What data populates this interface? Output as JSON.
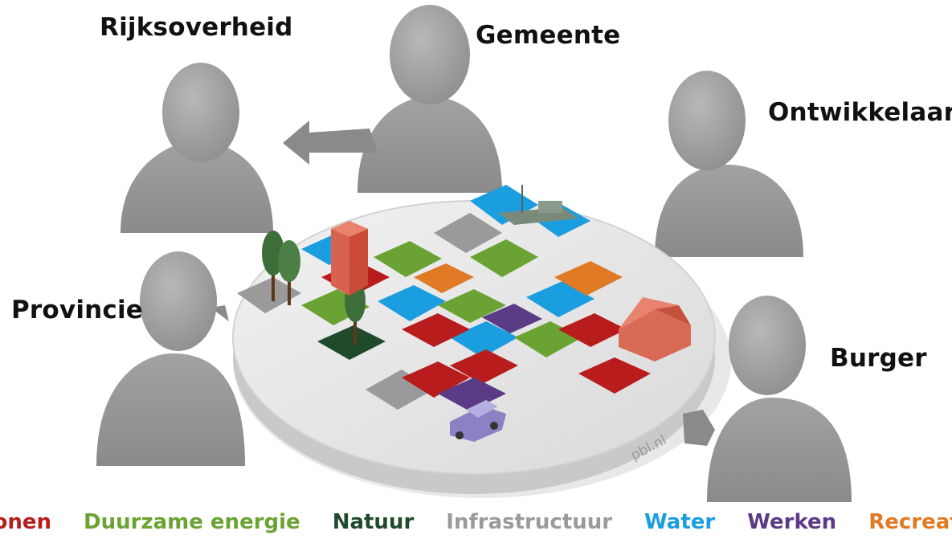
{
  "actors": {
    "rijksoverheid": "Rijksoverheid",
    "gemeente": "Gemeente",
    "ontwikkelaar": "Ontwikkelaar",
    "provincie": "Provincie",
    "burger": "Burger"
  },
  "source": "pbl.nl",
  "legend": [
    {
      "label": "Wonen",
      "color": "#b81c1c"
    },
    {
      "label": "Duurzame energie",
      "color": "#6aa333"
    },
    {
      "label": "Natuur",
      "color": "#1f4a2b"
    },
    {
      "label": "Infrastructuur",
      "color": "#9a9a9a"
    },
    {
      "label": "Water",
      "color": "#1b9ee0"
    },
    {
      "label": "Werken",
      "color": "#5b3a86"
    },
    {
      "label": "Recreatie",
      "color": "#e07a24"
    }
  ],
  "colors": {
    "figure": "#9d9d9d",
    "figure_dark": "#8c8c8c",
    "table_top": "#e4e4e4",
    "table_edge": "#cfcfcf"
  },
  "icons": [
    "person-icon",
    "puzzle-piece-icon",
    "tree-icon",
    "building-icon",
    "ship-icon",
    "house-icon",
    "car-icon"
  ]
}
